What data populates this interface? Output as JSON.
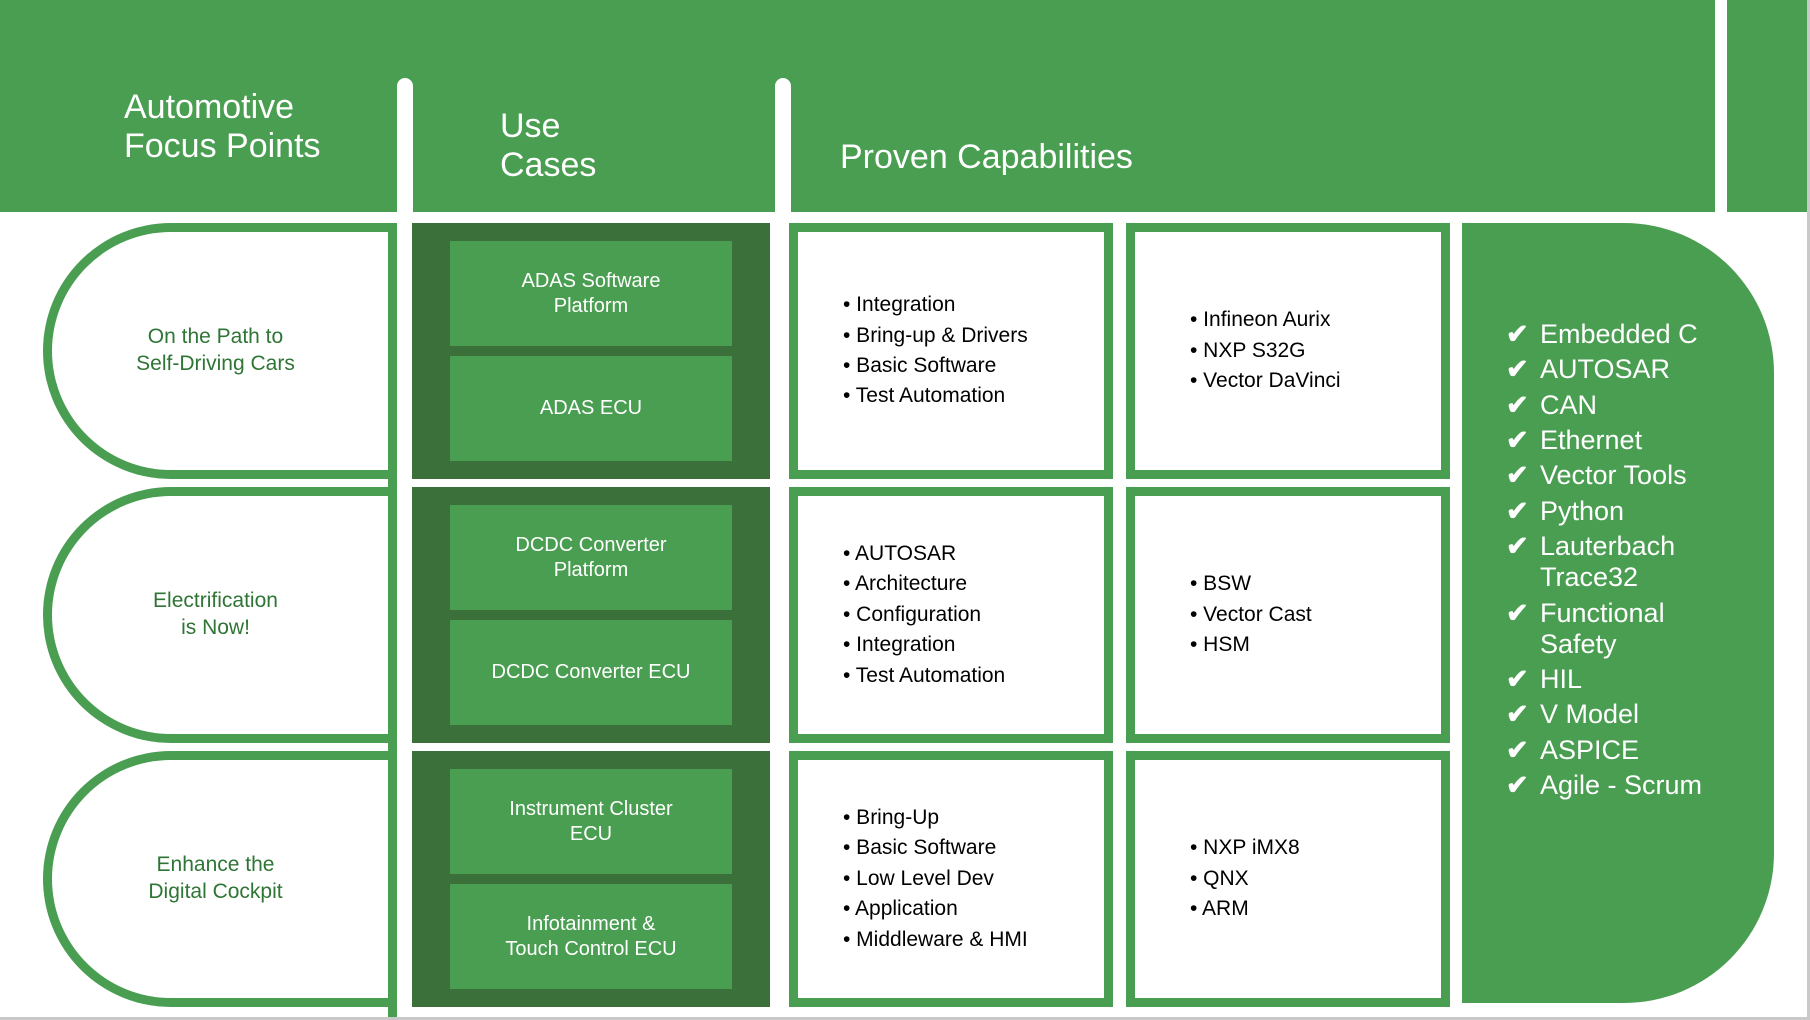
{
  "header": {
    "col1_title": "Automotive\nFocus Points",
    "col2_title": "Use\nCases",
    "col3_title": "Proven Capabilities"
  },
  "rows": [
    {
      "focus": "On the Path to\nSelf-Driving Cars",
      "use_cases": [
        "ADAS Software\nPlatform",
        "ADAS ECU"
      ],
      "capabilities": [
        "• Integration",
        "• Bring-up & Drivers",
        "• Basic Software",
        "• Test Automation"
      ],
      "platforms": [
        "• Infineon Aurix",
        "• NXP S32G",
        "• Vector DaVinci"
      ]
    },
    {
      "focus": "Electrification\nis Now!",
      "use_cases": [
        "DCDC Converter\nPlatform",
        "DCDC Converter ECU"
      ],
      "capabilities": [
        "• AUTOSAR",
        "• Architecture",
        "• Configuration",
        "• Integration",
        "• Test Automation"
      ],
      "platforms": [
        "• BSW",
        "• Vector Cast",
        "• HSM"
      ]
    },
    {
      "focus": "Enhance the\nDigital Cockpit",
      "use_cases": [
        "Instrument Cluster\nECU",
        "Infotainment &\nTouch Control ECU"
      ],
      "capabilities": [
        "• Bring-Up",
        "• Basic Software",
        "• Low Level Dev",
        "• Application",
        "• Middleware & HMI"
      ],
      "platforms": [
        "• NXP iMX8",
        "• QNX",
        "• ARM"
      ]
    }
  ],
  "checklist": {
    "mark": "✔",
    "items": [
      "Embedded C",
      "AUTOSAR",
      "CAN",
      "Ethernet",
      "Vector Tools",
      "Python",
      "Lauterbach\nTrace32",
      "Functional\nSafety",
      "HIL",
      "V Model",
      "ASPICE",
      "Agile - Scrum"
    ]
  },
  "colors": {
    "brand_green": "#4a9e51",
    "dark_green": "#3c703a",
    "focus_text_green": "#2f7536",
    "white": "#ffffff",
    "body_text": "#000000"
  }
}
